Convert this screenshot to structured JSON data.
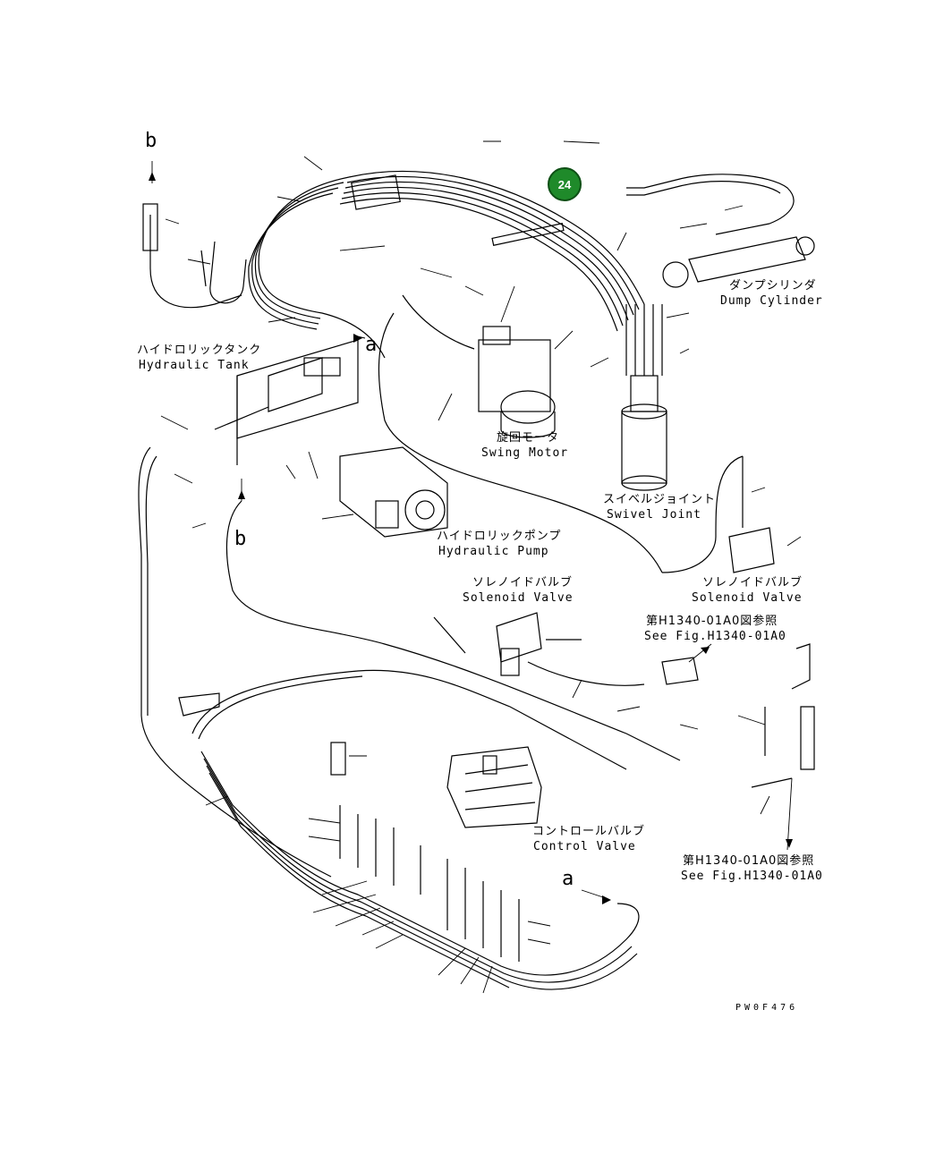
{
  "callout": {
    "number": "24"
  },
  "labels": {
    "dump_cylinder_jp": "ダンプシリンダ",
    "dump_cylinder_en": "Dump Cylinder",
    "hydraulic_tank_jp": "ハイドロリックタンク",
    "hydraulic_tank_en": "Hydraulic Tank",
    "swing_motor_jp": "旋回モータ",
    "swing_motor_en": "Swing Motor",
    "swivel_joint_jp": "スイベルジョイント",
    "swivel_joint_en": "Swivel Joint",
    "hydraulic_pump_jp": "ハイドロリックポンプ",
    "hydraulic_pump_en": "Hydraulic Pump",
    "solenoid_valve_center_jp": "ソレノイドバルブ",
    "solenoid_valve_center_en": "Solenoid Valve",
    "solenoid_valve_right_jp": "ソレノイドバルブ",
    "solenoid_valve_right_en": "Solenoid Valve",
    "see_fig_upper_jp": "第H1340-01A0図参照",
    "see_fig_upper_en": "See Fig.H1340-01A0",
    "see_fig_lower_jp": "第H1340-01A0図参照",
    "see_fig_lower_en": "See Fig.H1340-01A0",
    "control_valve_jp": "コントロールバルブ",
    "control_valve_en": "Control Valve"
  },
  "refs": {
    "b_top": "b",
    "b_mid": "b",
    "a_right": "a",
    "a_bottom": "a"
  },
  "drawing_code": "PW0F476"
}
